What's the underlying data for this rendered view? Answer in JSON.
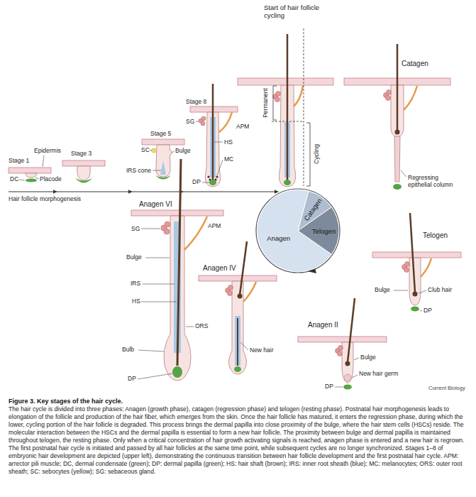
{
  "diagram": {
    "title": "Figure 3. Key stages of the hair cycle.",
    "caption": "The hair cycle is divided into three phases: Anagen (growth phase), catagen (regression phase) and telogen (resting phase). Postnatal hair morphogenesis leads to elongation of the follicle and production of the hair fiber, which emerges from the skin. Once the hair follicle has matured, it enters the regression phase, during which the lower, cycling portion of the hair follicle is degraded. This process brings the dermal papilla into close proximity of the bulge, where the hair stem cells (HSCs) reside. The molecular interaction between the HSCs and the dermal papilla is essential to form a new hair follicle. The proximity between bulge and dermal papilla is maintained throughout telogen, the resting phase. Only when a critical concentration of hair growth activating signals is reached, anagen phase is entered and a new hair is regrown. The first postnatal hair cycle is initiated and passed by all hair follicles at the same time point, while subsequent cycles are no longer synchronized. Stages 1–8 of embryonic hair development are depicted (upper left), demonstrating the continuous transition between hair follicle development and the first postnatal hair cycle. APM: arrector pili muscle; DC, dermal condensate (green); DP: dermal papilla (green); HS: hair shaft (brown); IRS: inner root sheath (blue); MC: melanocytes; ORS: outer root sheath; SC: sebocytes (yellow); SG: sebaceous gland.",
    "nodes": [
      {
        "text": [
          "Anagen"
        ]
      },
      {
        "text": [
          "Catagen"
        ]
      },
      {
        "text": [
          "Telogen"
        ]
      }
    ],
    "labels": [
      "Start of hair follicle cycling",
      "Permanent",
      "Cycling",
      "Catagen",
      "Stage 8",
      "SG",
      "APM",
      "HS",
      "MC",
      "DP",
      "Stage 5",
      "SC",
      "Bulge",
      "IRS cone",
      "Epidermis",
      "Stage 3",
      "Stage 1",
      "DC",
      "Placode",
      "Hair follicle morphogenesis",
      "Regressing epithelial column",
      "Anagen VI",
      "SG",
      "APM",
      "Bulge",
      "IRS",
      "HS",
      "Telogen",
      "Bulge",
      "Club hair",
      "DP",
      "Anagen IV",
      "ORS",
      "Bulb",
      "New hair",
      "Anagen II",
      "Bulge",
      "New hair germ",
      "DP",
      "DP",
      "Current Biology"
    ]
  }
}
